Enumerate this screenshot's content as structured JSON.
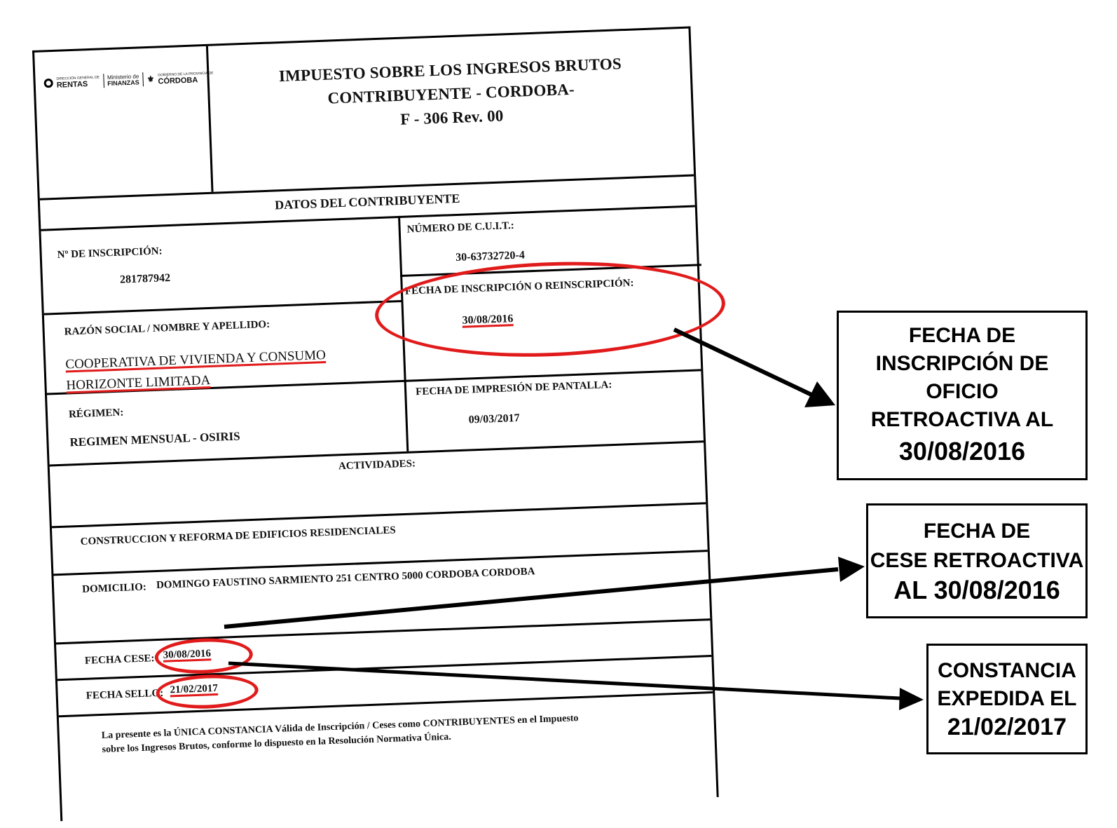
{
  "form": {
    "logo": {
      "dgr_small": "DIRECCIÓN GENERAL DE",
      "rentas": "RENTAS",
      "ministerio": "Ministerio de",
      "finanzas": "FINANZAS",
      "gob_small": "GOBIERNO DE LA PROVINCIA DE",
      "cordoba": "CÓRDOBA"
    },
    "title": [
      "IMPUESTO SOBRE LOS INGRESOS BRUTOS",
      "CONTRIBUYENTE - CORDOBA-",
      "F - 306 Rev. 00"
    ],
    "section_title": "DATOS DEL CONTRIBUYENTE",
    "inscripcion_label": "Nº DE INSCRIPCIÓN:",
    "inscripcion_value": "281787942",
    "cuit_label": "NÚMERO DE C.U.I.T.:",
    "cuit_value": "30-63732720-4",
    "fecha_inscripcion_label": "FECHA DE INSCRIPCIÓN O REINSCRIPCIÓN:",
    "fecha_inscripcion_value": "30/08/2016",
    "razon_social_label": "RAZÓN SOCIAL / NOMBRE Y APELLIDO:",
    "razon_social_value": [
      "COOPERATIVA DE VIVIENDA Y CONSUMO",
      "HORIZONTE LIMITADA"
    ],
    "fecha_impresion_label": "FECHA DE IMPRESIÓN DE PANTALLA:",
    "fecha_impresion_value": "09/03/2017",
    "regimen_label": "RÉGIMEN:",
    "regimen_value": "REGIMEN MENSUAL - OSIRIS",
    "actividades_label": "ACTIVIDADES:",
    "actividades_value": "CONSTRUCCION Y REFORMA DE EDIFICIOS RESIDENCIALES",
    "domicilio_label": "DOMICILIO:",
    "domicilio_value": "DOMINGO FAUSTINO SARMIENTO 251   CENTRO 5000 CORDOBA CORDOBA",
    "fecha_cese_label": "FECHA CESE:",
    "fecha_cese_value": "30/08/2016",
    "fecha_sello_label": "FECHA SELLO:",
    "fecha_sello_value": "21/02/2017",
    "footer_text": [
      "La presente es la ÚNICA CONSTANCIA Válida de Inscripción / Ceses como CONTRIBUYENTES en el  Impuesto",
      "sobre los Ingresos Brutos, conforme lo dispuesto en la Resolución Normativa Única."
    ]
  },
  "annotations": {
    "highlight_color": "#e11b1b",
    "box1": [
      "FECHA DE",
      "INSCRIPCIÓN DE OFICIO",
      "RETROACTIVA AL",
      "30/08/2016"
    ],
    "box2": [
      "FECHA DE",
      "CESE RETROACTIVA",
      "AL 30/08/2016"
    ],
    "box3": [
      "CONSTANCIA",
      "EXPEDIDA EL",
      "21/02/2017"
    ]
  }
}
